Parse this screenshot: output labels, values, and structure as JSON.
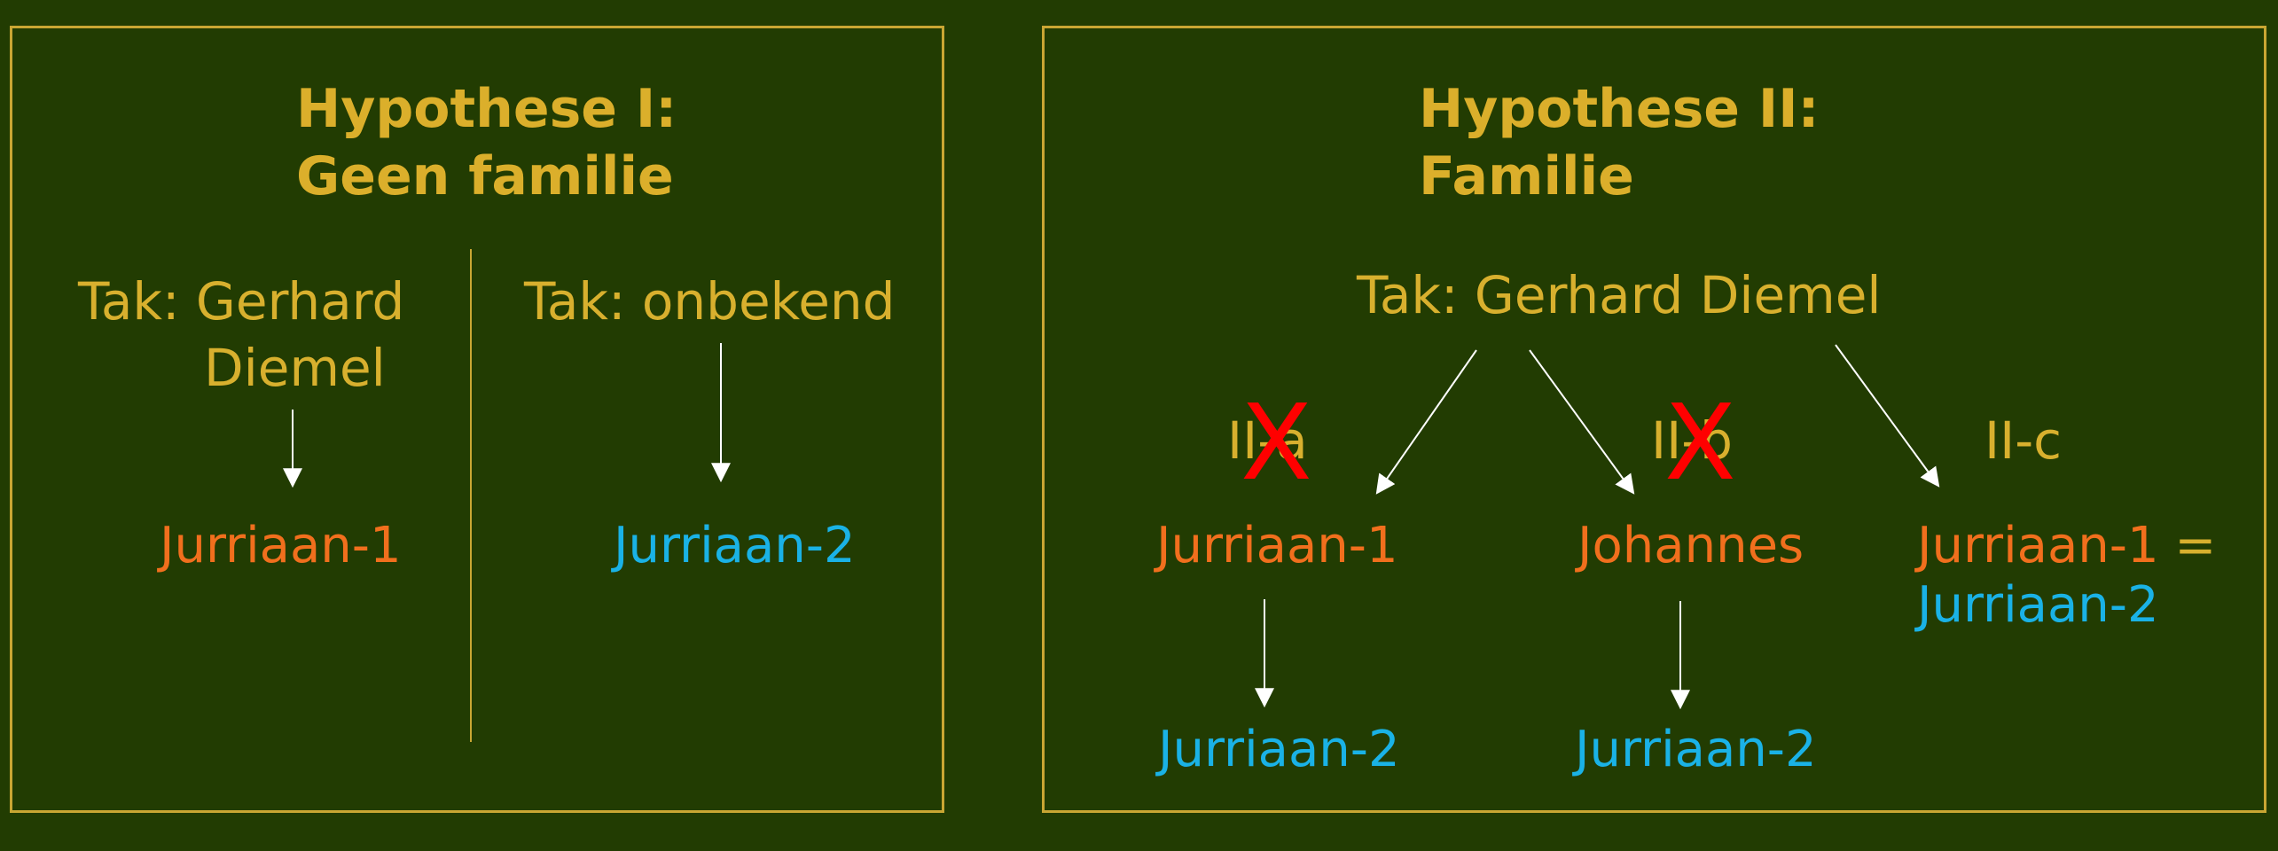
{
  "hypothesis1": {
    "title_line1": "Hypothese I:",
    "title_line2": "Geen familie",
    "left_branch_line1": "Tak: Gerhard",
    "left_branch_line2": "Diemel",
    "left_child": "Jurriaan-1",
    "right_branch": "Tak: onbekend",
    "right_child": "Jurriaan-2"
  },
  "hypothesis2": {
    "title_line1": "Hypothese II:",
    "title_line2": "Familie",
    "root": "Tak: Gerhard Diemel",
    "option_a": "II-a",
    "option_b": "II-b",
    "option_c": "II-c",
    "a_child": "Jurriaan-1",
    "a_grandchild": "Jurriaan-2",
    "b_child": "Johannes",
    "b_grandchild": "Jurriaan-2",
    "c_child_part1": "Jurriaan-1",
    "c_equals": " =",
    "c_child_part2": "Jurriaan-2",
    "rejected_mark": "X"
  },
  "colors": {
    "background": "#223c02",
    "border": "#c9a633",
    "gold_text": "#d8b02e",
    "orange_text": "#f16f1d",
    "blue_text": "#1ab2e6",
    "reject_mark": "#ff0000",
    "arrows": "#ffffff"
  }
}
